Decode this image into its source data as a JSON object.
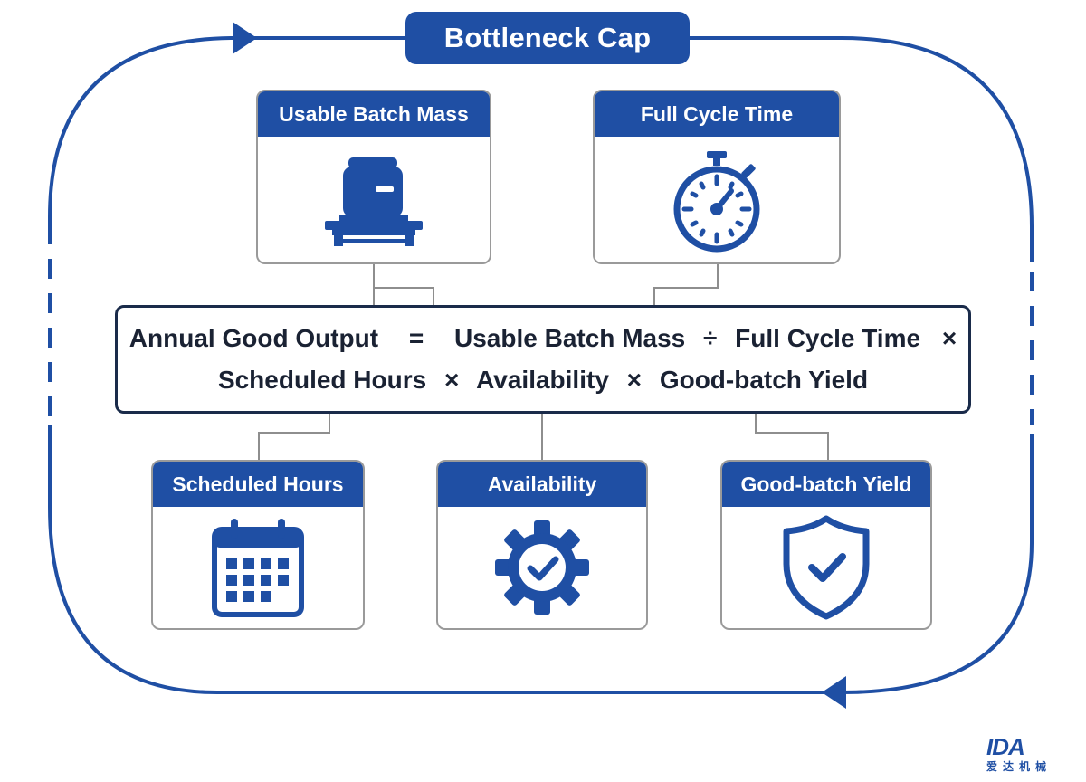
{
  "title": "Bottleneck Cap",
  "cards": {
    "usable_batch_mass": {
      "label": "Usable Batch Mass",
      "icon": "scale-icon"
    },
    "full_cycle_time": {
      "label": "Full Cycle Time",
      "icon": "stopwatch-icon"
    },
    "scheduled_hours": {
      "label": "Scheduled Hours",
      "icon": "calendar-icon"
    },
    "availability": {
      "label": "Availability",
      "icon": "gear-check-icon"
    },
    "good_batch_yield": {
      "label": "Good-batch Yield",
      "icon": "shield-check-icon"
    }
  },
  "formula": {
    "lhs": "Annual Good Output",
    "eq": "=",
    "t1": "Usable Batch Mass",
    "div": "÷",
    "t2": "Full Cycle Time",
    "mul1": "×",
    "t3": "Scheduled Hours",
    "mul2": "×",
    "t4": "Availability",
    "mul3": "×",
    "t5": "Good-batch Yield"
  },
  "logo": {
    "mark": "IDA",
    "sub": "爱达机械"
  },
  "colors": {
    "primary": "#1f4fa4",
    "border": "#9a9a9a",
    "text": "#1a2233"
  }
}
